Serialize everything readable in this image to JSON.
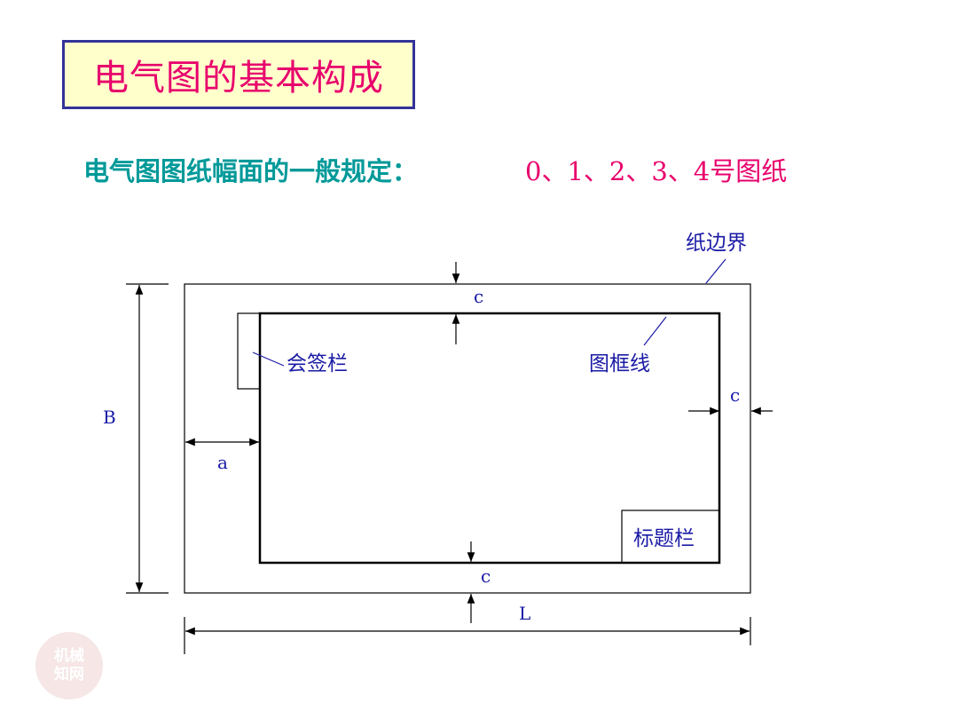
{
  "title": "电气图的基本构成",
  "subtitle": {
    "label": "电气图图纸幅面的一般规定：",
    "value": "0、1、2、3、4号图纸"
  },
  "diagram": {
    "paper_border_label": "纸边界",
    "frame_line_label": "图框线",
    "sign_column_label": "会签栏",
    "title_block_label": "标题栏",
    "dim_c": "c",
    "dim_a": "a",
    "dim_B": "B",
    "dim_L": "L"
  },
  "watermark": [
    "机械",
    "知网"
  ],
  "colors": {
    "title": "#e8006c",
    "title_bg": "#ffffcc",
    "title_border": "#333399",
    "subtitle": "#009999",
    "labels": "#1a1aa6"
  }
}
